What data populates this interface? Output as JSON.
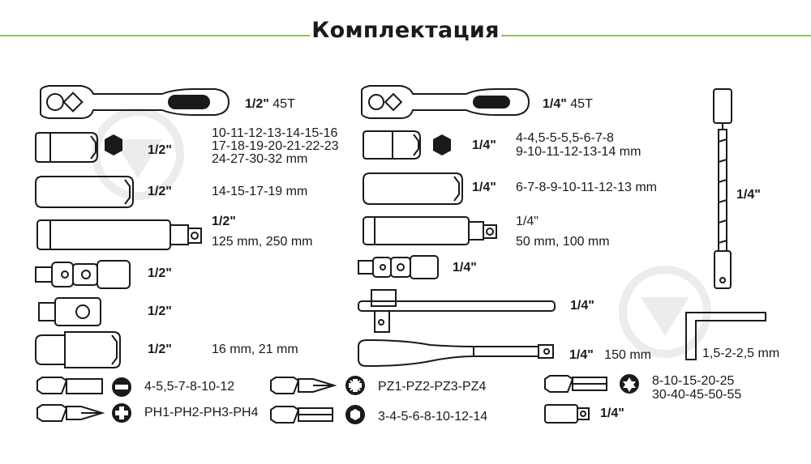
{
  "title": "Комплектация",
  "colors": {
    "accent": "#8cc63f",
    "ink": "#1a1a1a",
    "watermark": "#e8e8e8"
  },
  "ratchet_half": {
    "size": "1/2\"",
    "teeth": "45T"
  },
  "ratchet_quarter": {
    "size": "1/4\"",
    "teeth": "45T"
  },
  "sockets_half": {
    "size": "1/2\"",
    "line1": "10-11-12-13-14-15-16",
    "line2": "17-18-19-20-21-22-23",
    "line3": "24-27-30-32 mm"
  },
  "sockets_quarter": {
    "size": "1/4\"",
    "line1": "4-4,5-5-5,5-6-7-8",
    "line2": "9-10-11-12-13-14 mm"
  },
  "deep_half": {
    "size": "1/2\"",
    "sizes": "14-15-17-19 mm"
  },
  "deep_quarter": {
    "size": "1/4\"",
    "sizes": "6-7-8-9-10-11-12-13 mm"
  },
  "ext_half": {
    "size": "1/2\"",
    "lengths": "125 mm, 250 mm"
  },
  "ext_quarter": {
    "size": "1/4\"",
    "lengths": "50 mm, 100 mm"
  },
  "ujoint_half": {
    "size": "1/2\""
  },
  "ujoint_quarter": {
    "size": "1/4\""
  },
  "adapter_half": {
    "size": "1/2\""
  },
  "tbar_quarter": {
    "size": "1/4\""
  },
  "spark_half": {
    "size": "1/2\"",
    "sizes": "16 mm, 21 mm"
  },
  "driver_quarter": {
    "size": "1/4\"",
    "length": "150 mm"
  },
  "flex_quarter": {
    "size": "1/4\""
  },
  "hex_key": {
    "sizes": "1,5-2-2,5 mm"
  },
  "bits": {
    "slotted": "4-5,5-7-8-10-12",
    "phillips": "PH1-PH2-PH3-PH4",
    "pozi": "PZ1-PZ2-PZ3-PZ4",
    "hex": "3-4-5-6-8-10-12-14",
    "torx_line1": "8-10-15-20-25",
    "torx_line2": "30-40-45-50-55",
    "adapter_size": "1/4\""
  }
}
